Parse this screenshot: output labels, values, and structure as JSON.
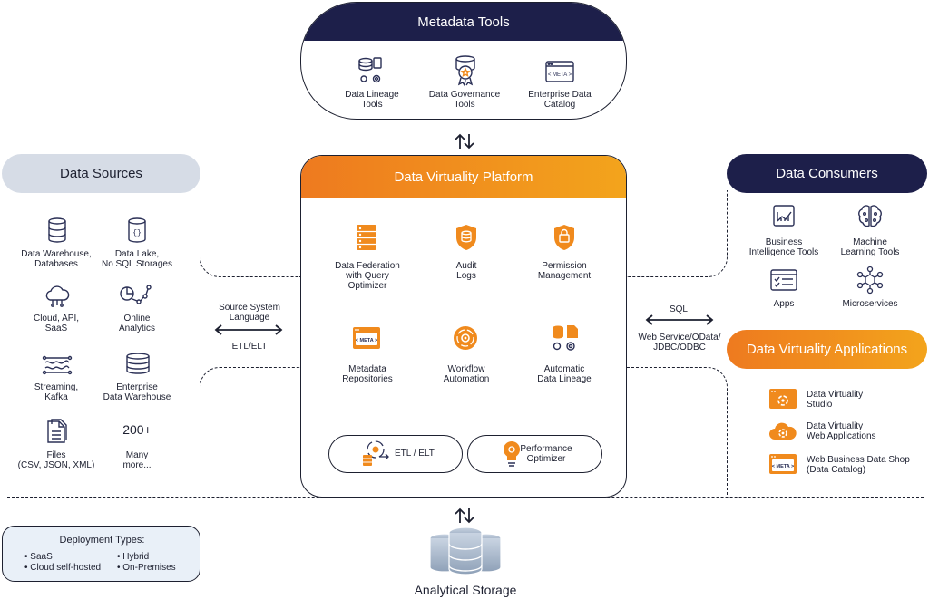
{
  "metadata_tools": {
    "title": "Metadata Tools",
    "items": [
      {
        "label": "Data Lineage\nTools",
        "icon": "data-lineage-icon"
      },
      {
        "label": "Data Governance\nTools",
        "icon": "data-governance-icon"
      },
      {
        "label": "Enterprise Data\nCatalog",
        "icon": "meta-catalog-icon"
      }
    ]
  },
  "data_sources": {
    "title": "Data Sources",
    "items": [
      {
        "label": "Data Warehouse,\nDatabases",
        "icon": "database-icon"
      },
      {
        "label": "Data Lake,\nNo SQL Storages",
        "icon": "data-lake-icon"
      },
      {
        "label": "Cloud, API,\nSaaS",
        "icon": "cloud-icon"
      },
      {
        "label": "Online\nAnalytics",
        "icon": "analytics-icon"
      },
      {
        "label": "Streaming,\nKafka",
        "icon": "streaming-icon"
      },
      {
        "label": "Enterprise\nData Warehouse",
        "icon": "warehouse-icon"
      },
      {
        "label": "Files\n(CSV, JSON, XML)",
        "icon": "files-icon"
      },
      {
        "label": "Many\nmore...",
        "big": "200+"
      }
    ]
  },
  "platform": {
    "title": "Data Virtuality Platform",
    "items": [
      {
        "label": "Data Federation\nwith Query\nOptimizer",
        "icon": "server-icon"
      },
      {
        "label": "Audit\nLogs",
        "icon": "audit-shield-icon"
      },
      {
        "label": "Permission\nManagement",
        "icon": "lock-shield-icon"
      },
      {
        "label": "Metadata\nRepositories",
        "icon": "meta-icon"
      },
      {
        "label": "Workflow\nAutomation",
        "icon": "gear-circle-icon"
      },
      {
        "label": "Automatic\nData Lineage",
        "icon": "lineage-icon"
      }
    ],
    "etl_label": "ETL / ELT",
    "perf_label": "Performance\nOptimizer"
  },
  "left_connector": {
    "top": "Source System\nLanguage",
    "bottom": "ETL/ELT"
  },
  "right_connector": {
    "top": "SQL",
    "bottom": "Web Service/OData/\nJDBC/ODBC"
  },
  "data_consumers": {
    "title": "Data Consumers",
    "items": [
      {
        "label": "Business\nIntelligence Tools",
        "icon": "bi-chart-icon"
      },
      {
        "label": "Machine\nLearning Tools",
        "icon": "brain-icon"
      },
      {
        "label": "Apps",
        "icon": "apps-icon"
      },
      {
        "label": "Microservices",
        "icon": "microservices-icon"
      }
    ]
  },
  "dv_applications": {
    "title": "Data Virtuality Applications",
    "items": [
      {
        "label": "Data Virtuality\nStudio",
        "icon": "studio-icon"
      },
      {
        "label": "Data Virtuality\nWeb Applications",
        "icon": "cloud-gear-icon"
      },
      {
        "label": "Web Business Data Shop\n(Data Catalog)",
        "icon": "meta-shop-icon"
      }
    ]
  },
  "deployment": {
    "title": "Deployment Types:",
    "col1": [
      "SaaS",
      "Cloud self-hosted"
    ],
    "col2": [
      "Hybrid",
      "On-Premises"
    ]
  },
  "storage": {
    "label": "Analytical Storage"
  },
  "colors": {
    "navy": "#1d1f4a",
    "orange": "#f08a1d",
    "grey_header": "#d6dce6",
    "light_blue_bg": "#e9f0f8"
  }
}
